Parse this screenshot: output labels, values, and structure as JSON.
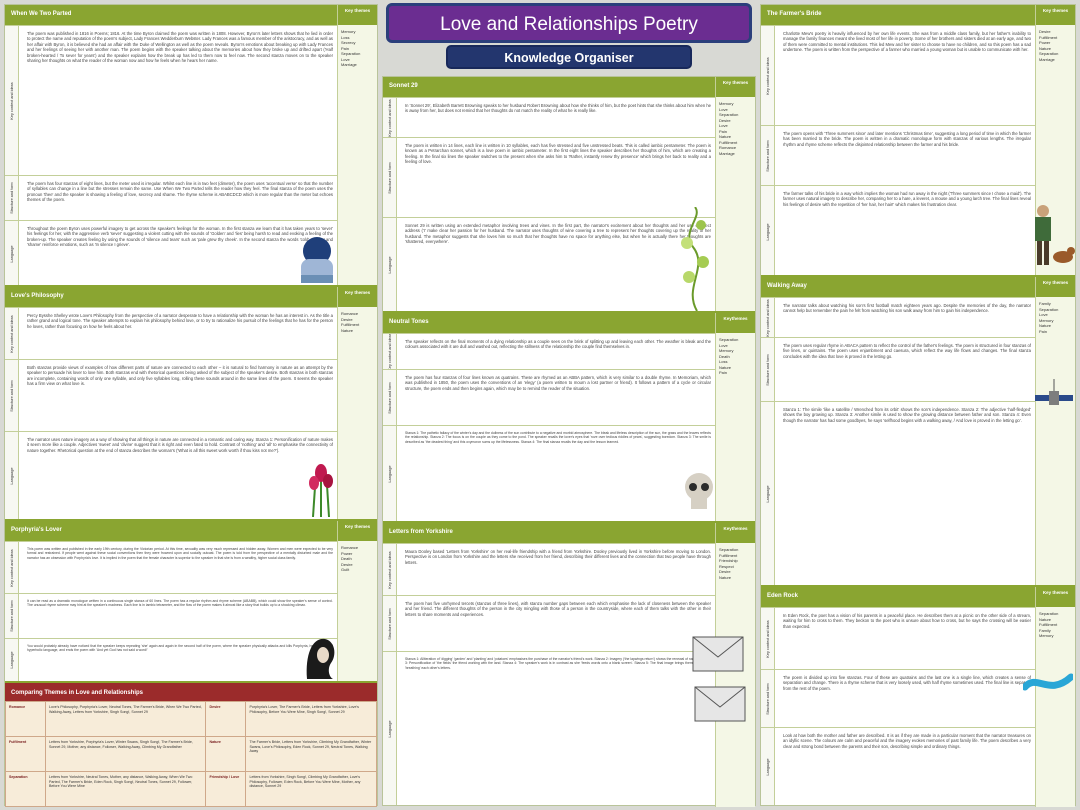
{
  "header": {
    "title": "Love and Relationships Poetry",
    "subtitle": "Knowledge Organiser"
  },
  "key_themes": "Key themes",
  "key_themes_alt": "Key themes",
  "key_themes_alt2": "Keythemes",
  "labels": {
    "context": "Key context and ideas",
    "structure": "Structure and form",
    "language": "Language"
  },
  "poems": {
    "wwtp": {
      "title": "When We Two Parted",
      "themes": [
        "Memory",
        "Loss",
        "Secrecy",
        "Pain",
        "Separation",
        "Love",
        "Marriage"
      ],
      "context": "The poem was published in 1816 in Poems; 1816. At the time Byron claimed the poem was written in 1808. However, Byron's later letters shows that he lied in order to protect the name and reputation of the poem's subject, Lady Frances Wedderburn Webster. Lady Frances was a famous member of the aristocracy, and as well as her affair with Byron, it is believed she had an affair with the Duke of Wellington as well as the poem reveals. Byron's emotions about breaking up with Lady Frances and her feelings of seeing her with another man. The poem begins with the speaker talking about the memories about how they broke up and drifted apart ('Half broken-hearted / To sever for years') and the speaker explains how the break up has led to them now to feel now. The second stanza moves on to the speaker sharing her thoughts on what the reader of the woman now and how he feels when he hears her name.",
      "structure": "The poem has four stanzas of eight lines, but the meter used is irregular. Whilst each line is in two feet (dimeter), the poem uses 'accentual verse' so that the number of syllables can change in a line but the stresses remain the same. Use When We Two Parted tells the reader how they feel. The final stanza of the poem uses the pronoun 'thee' and the speaker is showing a feeling of love, secrecy and shame. The rhyme scheme is ABABCDCD which is more regular than the meter but echoes themes of the poem.",
      "language": "Throughout the poem Byron uses powerful imagery to get across the speaker's feelings for the woman. In the first stanza we learn that it has taken years to 'sever' his feelings for her, with the aggressive verb 'sever' suggesting a violent cutting with the sounds of 'Golden' and 'lies' being harsh to read and evoking a feeling of the broken-up. The speaker creates feeling by using the sounds of 'silence and tears' such as 'pale grew thy cheek'. In the second stanza the words 'cold', 'colder' and 'shame' reinforce emotions, such as 'In silence I grieve'."
    },
    "lp": {
      "title": "Love's Philosophy",
      "themes": [
        "Romance",
        "Desire",
        "Fulfillment",
        "Nature"
      ],
      "context": "Percy Bysshe Shelley wrote Love's Philosophy from the perspective of a narrator desperate to have a relationship with the woman he has an interest in. As the title a rather grand and logical tone. The speaker attempts to explain his philosophy behind love, or to try to rationalize his pursuit of the feelings that he has for the person he loves, rather than focusing on how he feels about her.",
      "structure": "Both stanzas provide views of examples of how different parts of nature are connected to each other – it is natural to find harmony in nature as an attempt by the speaker to persuade his lover to love him. Both stanzas end with rhetorical questions being asked of the subject of the speaker's desire. Both stanzas in both stanzas are incomplete, containing words of only one syllable, and only five syllables long, rolling these sounds around in the same lines of the poem. It seems the speaker has a firm view on what love is.",
      "language": "The narrator uses nature imagery as a way of showing that all things in nature are connected in a romantic and caring way. Stanza 1: Personification of nature makes it seem more like a couple. Adjectives 'sweet' and 'divine' suggest that it is right and even fated to hold. Contrast of 'nothing' and 'all' to emphasise the connectivity of nature together. Rhetorical question at the end of stanza describes the woman's ('What is all this sweet work worth if thou kiss not me?')."
    },
    "pl": {
      "title": "Porphyria's Lover",
      "themes": [
        "Romance",
        "Power",
        "Death",
        "Desire",
        "Guilt"
      ],
      "context": "This poem was written and published in the early 19th century, during the Victorian period. At this time, sexuality was very much repressed and hidden away. Women and men were expected to be very formal and restrained. If people went against these social conventions then they were frowned upon and socially outcast. The poem is told from the perspective of a mentally disturbed male and the narrator has an obsession with Porphyria's love. It is implied in the poem that the female character is superior to the speaker in that she is from a wealthy, higher social class family.",
      "structure": "It can be read as a dramatic monologue written in a continuous single stanza of 60 lines. The poem has a regular rhythm and rhyme scheme (ABABB), which could show the speaker's sense of control. The unusual rhyme scheme may hint at the speaker's madness. Each line is in iambic tetrameter, and the flow of the poem makes it almost like a story that builds up to a shocking climax.",
      "language": "You would probably already have noticed that the speaker keeps repeating 'she' again and again in the second half of the poem, where the speaker physically attacks and kills Porphyria, he uses a lot of hyperbolic language, and ends the poem with 'And yet God has not said a word!'"
    },
    "s29": {
      "title": "Sonnet 29",
      "themes": [
        "Memory",
        "Love",
        "Separation",
        "Desire",
        "Love",
        "Pain",
        "Nature",
        "Fulfillment",
        "Romance",
        "Marriage"
      ],
      "context": "In 'Sonnet 29', Elizabeth Barrett Browning speaks to her husband Robert Browning about how she thinks of him, but the poet hints that she thinks about him when he is away from her, but does not remind that her thoughts do not match the reality of what he is really like.",
      "structure": "The poem is written in 14 lines, each line is written in 10 syllables, each has five stressed and five unstressed beats. This is called iambic pentameter. The poem is known as a Petrarchan sonnet, which is a love poem in iambic pentameter. In the first eight lines the speaker describes her thoughts of him, which are creating a feeling. In the final six lines the speaker switches to the present when she asks him to 'Rather, instantly renew thy presence' which brings her back to reality and a feeling of love.",
      "language": "Sonnet 29 is written using an extended metaphor involving trees and vines. In the first part, the narrator's excitement about her thoughts and her use of direct address ('I' make clear her passion for her husband. The narrator uses thoughts of wine covering a tree to represent her thoughts covering up the reality of her husband. The metaphor suggests that she loves him so much that her thoughts have no space for anything else, but when he is actually there her thoughts are 'shattered, everywhere'."
    },
    "nt": {
      "title": "Neutral Tones",
      "themes": [
        "Separation",
        "Love",
        "Memory",
        "Death",
        "Loss",
        "Nature",
        "Pain"
      ],
      "context": "The speaker reflects on the final moments of a dying relationship as a couple sees on the brink of splitting up and leaving each other. The weather is bleak and the colours associated with it are dull and washed out, reflecting the stillness of the relationship the couple find themselves in.",
      "structure": "The poem has four stanzas of four lines known as quatrains. These are rhymed as an ABBA pattern, which is very similar to a double rhyme. In Memoriam, which was published in 1850, the poem uses the conventions of an 'elegy' (a poem written to mourn a lost partner or friend). It follows a pattern of a cycle or circular structure, the poem ends and then begins again, which may be to remind the reader of the situation.",
      "language": "Stanza 1: The pathetic fallacy of the winter's day and the dullness of the sun contribute to a negative and morbid atmosphere. The bleak and lifeless description of the sun, the grass and the leaves reflects the relationship. Stanza 2: The focus is on the couple as they come to the pond. The speaker recalls the lover's eyes that 'rove over tedious riddles of years', suggesting boredom. Stanza 3: The smile is described as 'the deadest thing' and this oxymoron sums up the lifelessness. Stanza 4: The final stanza recalls the day and the lesson learned."
    },
    "lfy": {
      "title": "Letters from Yorkshire",
      "themes": [
        "Separation",
        "Fulfillment",
        "Friendship",
        "Respect",
        "Desire",
        "Nature"
      ],
      "context": "Maura Dooley based 'Letters from Yorkshire' on her real-life friendship with a friend from Yorkshire. Dooley previously lived in Yorkshire before moving to London. Perspective is on London from Yorkshire and the letters she received from her friend, describing their different lives and the connection that two people have through letters.",
      "structure": "The poem has five unrhymed tercets (stanzas of three lines), with stanza number gaps between each which emphasise the lack of closeness between the speaker and her friend. The different thoughts of the person in the city mingling with those of a person in the countryside, where each of them talks with the other in their letters to share moments and experiences.",
      "language": "Stanza 1: Alliteration of 'digging' 'garden' and 'planting' and 'potatoes' emphasises the purchase of the narrator's friend's work. Stanza 2: Imagery ('the lapwings return') shows the renewal of nature. Stanza 3: Personification of 'the fields' the friend working with the land. Stanza 4: The speaker's work is in contrast as she 'feeds words onto a blank screen'. Stanza 5: The final image brings them together by 'breathing' each other's letters."
    },
    "fb": {
      "title": "The Farmer's Bride",
      "themes": [
        "Desire",
        "Fulfillment",
        "Power",
        "Nature",
        "Separation",
        "Marriage"
      ],
      "context": "Charlotte Mew's poetry is heavily influenced by her own life events. She was from a middle class family, but her father's inability to manage the family finances meant she lived most of her life in poverty. Some of her brothers and sisters died at an early age, and two of them were committed to mental institutions. This led Mew and her sister to choose to have no children, and so this poem has a sad undertone. The poem is written from the perspective of a farmer who married a young woman but is unable to communicate with her.",
      "structure": "The poem opens with 'Three summers since' and later mentions 'Christmas time', suggesting a long period of time in which the farmer has been married to the bride. The poem is written in a dramatic monologue form with stanzas of various lengths. The irregular rhythm and rhyme scheme reflects the disjointed relationship between the farmer and his bride.",
      "language": "The farmer talks of his bride in a way which implies the woman had run away in the night ('Three summers since I chose a maid'). The farmer uses natural imagery to describe her, comparing her to a hare, a leveret, a mouse and a young larch tree. The final lines reveal his feelings of desire with the repetition of 'her hair, her hair!' which makes his frustration clear."
    },
    "wa": {
      "title": "Walking Away",
      "themes": [
        "Family",
        "Separation",
        "Love",
        "Memory",
        "Nature",
        "Pain"
      ],
      "context": "The narrator talks about watching his son's first football match eighteen years ago. Despite the memories of the day, the narrator cannot help but remember the pain he felt from watching his son walk away from him to gain his independence.",
      "structure": "The poem uses regular rhyme in ABACA pattern to reflect the control of the father's feelings. The poem is structured in four stanzas of five lines, or quintains. The poem uses enjambment and caesura, which reflect the way life flows and changes. The final stanza concludes with the idea that love is proved in the letting go.",
      "language": "Stanza 1: The simile 'like a satellite / Wrenched from its orbit' shows the son's independence. Stanza 2: The adjective 'half-fledged' shows the boy growing up. Stanza 3: Another simile is used to show the growing distance between father and son. Stanza 4: Even though the narrator has had some goodbyes, he says 'selfhood begins with a walking away, / And love is proved in the letting go'."
    },
    "er": {
      "title": "Eden Rock",
      "themes": [
        "Separation",
        "Nature",
        "Fulfillment",
        "Family",
        "Memory"
      ],
      "context": "In Eden Rock, the poet has a vision of his parents in a peaceful place. He describes them at a picnic on the other side of a stream, waiting for him to cross to them. They beckon to the poet who is unsure about how to cross, but he says the crossing will be easier than expected.",
      "structure": "The poem is divided up into five stanzas. Four of these are quatrains and the last one is a single line, which creates a sense of separation and change. There is a rhyme scheme that is very loosely used, with half rhyme sometimes used. The final line is separate from the rest of the poem.",
      "language": "Look at how both the mother and father are described. It is as if they are made in a particular moment that the narrator treasures on an idyllic scene. The colours are calm and peaceful and the imagery evokes memories of past family life. The poem describes a very clear and strong bond between the parents and their son, describing simple and ordinary things."
    }
  },
  "comparison": {
    "title": "Comparing Themes in Love and Relationships",
    "rows": [
      {
        "theme": "Romance",
        "poems": "Love's Philosophy, Porphyria's Lover, Neutral Tones, The Farmer's Bride, When We Two Parted, Walking Away, Letters from Yorkshire, Singh Song!, Sonnet 29",
        "theme2": "Desire",
        "poems2": "Porphyria's Lover, The Farmer's Bride, Letters from Yorkshire, Love's Philosophy, Before You Were Mine, Singh Song!, Sonnet 29"
      },
      {
        "theme": "Fulfilment",
        "poems": "Letters from Yorkshire, Porphyria's Lover, Winter Swans, Singh Song!, The Farmer's Bride, Sonnet 29, Mother, any distance, Follower, Walking Away, Climbing My Grandfather",
        "theme2": "Nature",
        "poems2": "The Farmer's Bride, Letters from Yorkshire, Climbing My Grandfather, Winter Swans, Love's Philosophy, Eden Rock, Sonnet 29, Neutral Tones, Walking Away"
      },
      {
        "theme": "Separation",
        "poems": "Letters from Yorkshire, Neutral Tones, Mother, any distance, Walking Away, When We Two Parted, The Farmer's Bride, Eden Rock, Singh Song!, Neutral Tones, Sonnet 29, Follower, Before You Were Mine",
        "theme2": "Friendship / Love",
        "poems2": "Letters from Yorkshire, Singh Song!, Climbing My Grandfather, Love's Philosophy, Follower, Eden Rock, Before You Were Mine, Mother, any distance, Sonnet 29"
      }
    ]
  }
}
